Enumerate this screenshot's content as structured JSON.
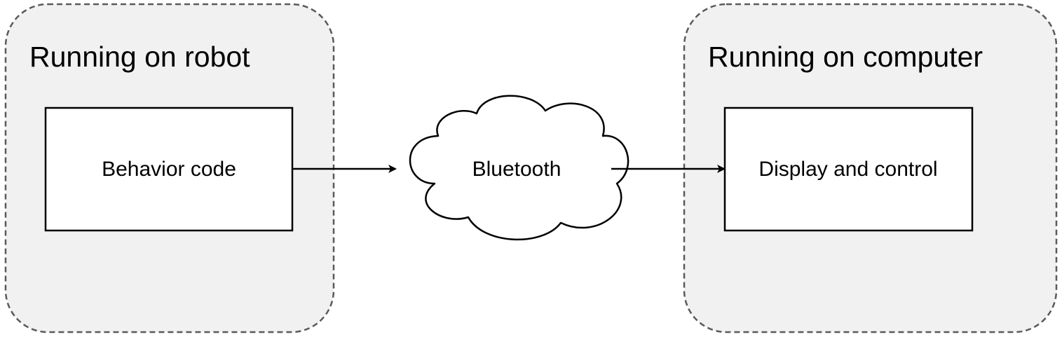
{
  "groups": {
    "robot": {
      "title": "Running on robot"
    },
    "computer": {
      "title": "Running on computer"
    }
  },
  "nodes": {
    "behavior": {
      "label": "Behavior code"
    },
    "bluetooth": {
      "label": "Bluetooth"
    },
    "display": {
      "label": "Display and control"
    }
  },
  "edges": [
    {
      "from": "Behavior code",
      "to": "Bluetooth"
    },
    {
      "from": "Bluetooth",
      "to": "Display and control"
    }
  ],
  "colors": {
    "group_fill": "#f1f1f1",
    "group_border": "#5a5a5a",
    "box_fill": "#ffffff",
    "stroke": "#000000"
  }
}
